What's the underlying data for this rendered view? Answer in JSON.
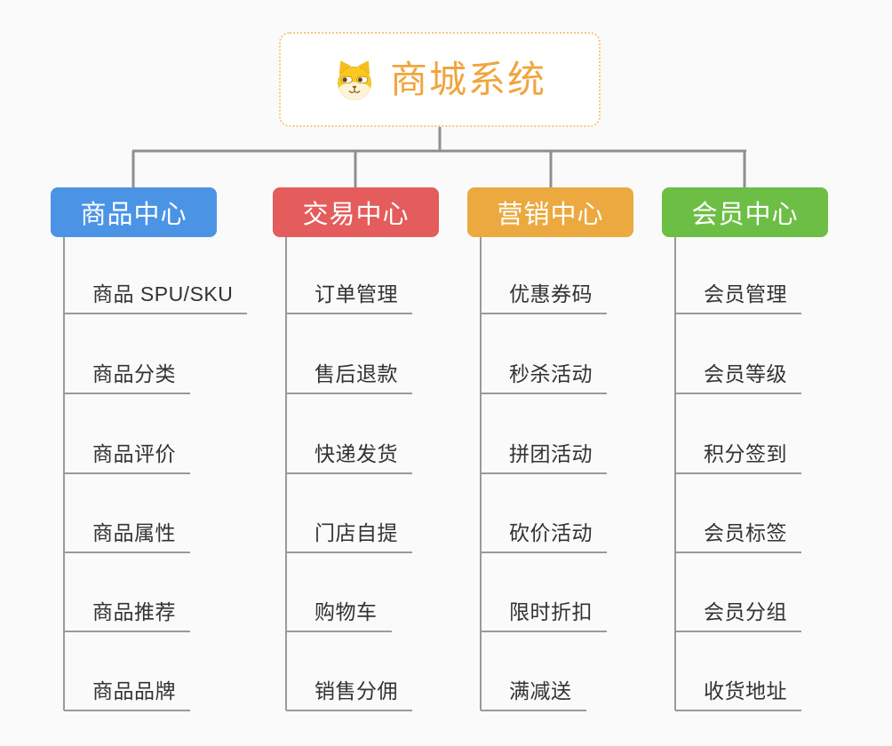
{
  "root": {
    "title": "商城系统",
    "icon": "dog-face-icon"
  },
  "branches": [
    {
      "label": "商品中心",
      "color": "#4b94e5",
      "items": [
        "商品 SPU/SKU",
        "商品分类",
        "商品评价",
        "商品属性",
        "商品推荐",
        "商品品牌"
      ]
    },
    {
      "label": "交易中心",
      "color": "#e45c5c",
      "items": [
        "订单管理",
        "售后退款",
        "快递发货",
        "门店自提",
        "购物车",
        "销售分佣"
      ]
    },
    {
      "label": "营销中心",
      "color": "#eba93f",
      "items": [
        "优惠券码",
        "秒杀活动",
        "拼团活动",
        "砍价活动",
        "限时折扣",
        "满减送"
      ]
    },
    {
      "label": "会员中心",
      "color": "#6dbe45",
      "items": [
        "会员管理",
        "会员等级",
        "积分签到",
        "会员标签",
        "会员分组",
        "收货地址"
      ]
    }
  ],
  "colors": {
    "canvas_bg": "#fafafa",
    "connector_line": "#8f8f8f",
    "leaf_underline": "#9a9a9a",
    "root_border": "#f3c87d",
    "root_title_text": "#f0a53d",
    "branch_text": "#ffffff",
    "leaf_text": "#333333"
  }
}
